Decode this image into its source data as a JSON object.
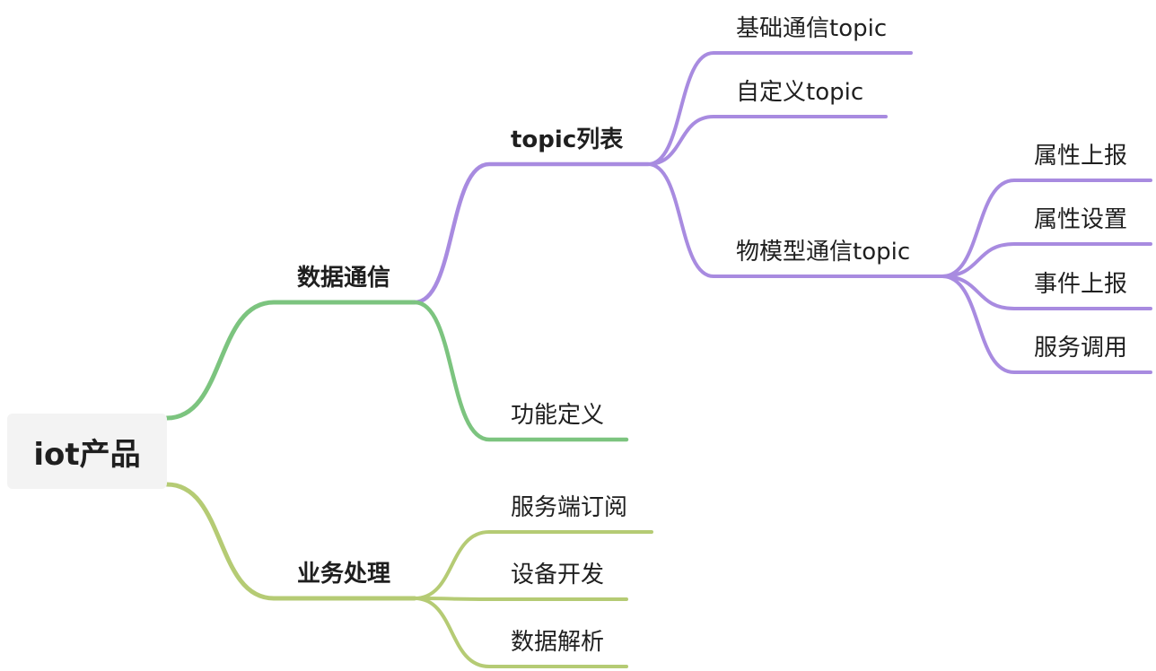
{
  "colors": {
    "green": "#7cc47f",
    "olive": "#b5cb74",
    "purple": "#a88be0"
  },
  "mindmap": {
    "root": "iot产品",
    "branches": {
      "data_comm": "数据通信",
      "business": "业务处理"
    },
    "data_comm_children": {
      "topic_list": "topic列表",
      "function_def": "功能定义"
    },
    "topic_list_children": {
      "basic_topic": "基础通信topic",
      "custom_topic": "自定义topic",
      "tsl_topic": "物模型通信topic"
    },
    "tsl_topic_children": {
      "prop_report": "属性上报",
      "prop_set": "属性设置",
      "event_report": "事件上报",
      "service_call": "服务调用"
    },
    "business_children": {
      "server_sub": "服务端订阅",
      "device_dev": "设备开发",
      "data_parse": "数据解析"
    }
  }
}
